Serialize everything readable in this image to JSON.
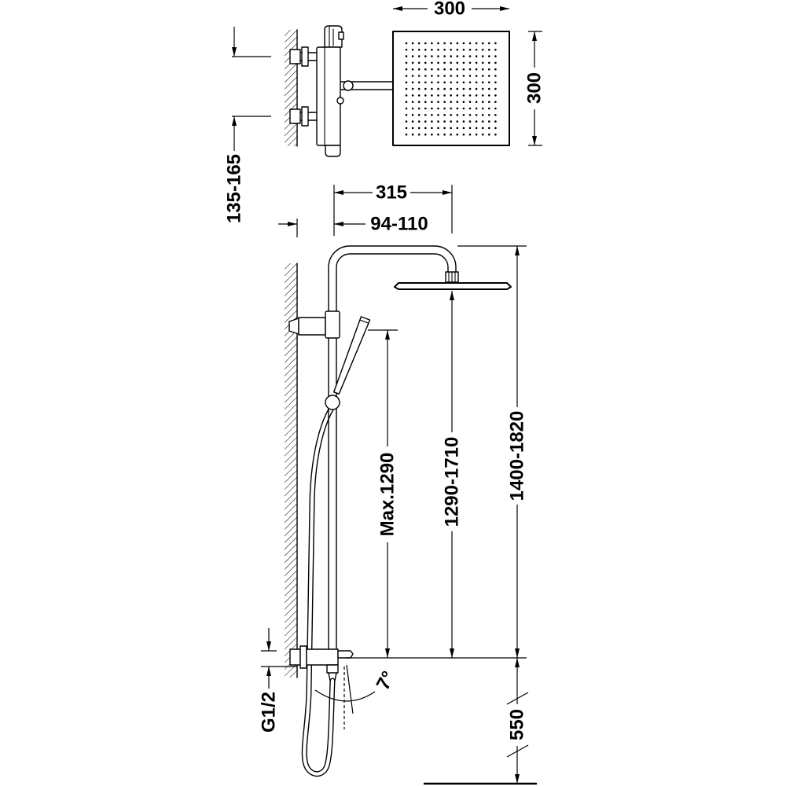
{
  "colors": {
    "line": "#000000",
    "background": "#ffffff"
  },
  "top_view": {
    "head_width": "300",
    "head_depth": "300",
    "inlet_centers": "135-165"
  },
  "side_view": {
    "arm_projection": "315",
    "wall_to_column": "94-110",
    "handshower_height": "Max.1290",
    "head_height": "1290-1710",
    "total_height": "1400-1820",
    "inlet_thread": "G1/2",
    "diverter_angle": "7°",
    "mixer_height": "550"
  }
}
